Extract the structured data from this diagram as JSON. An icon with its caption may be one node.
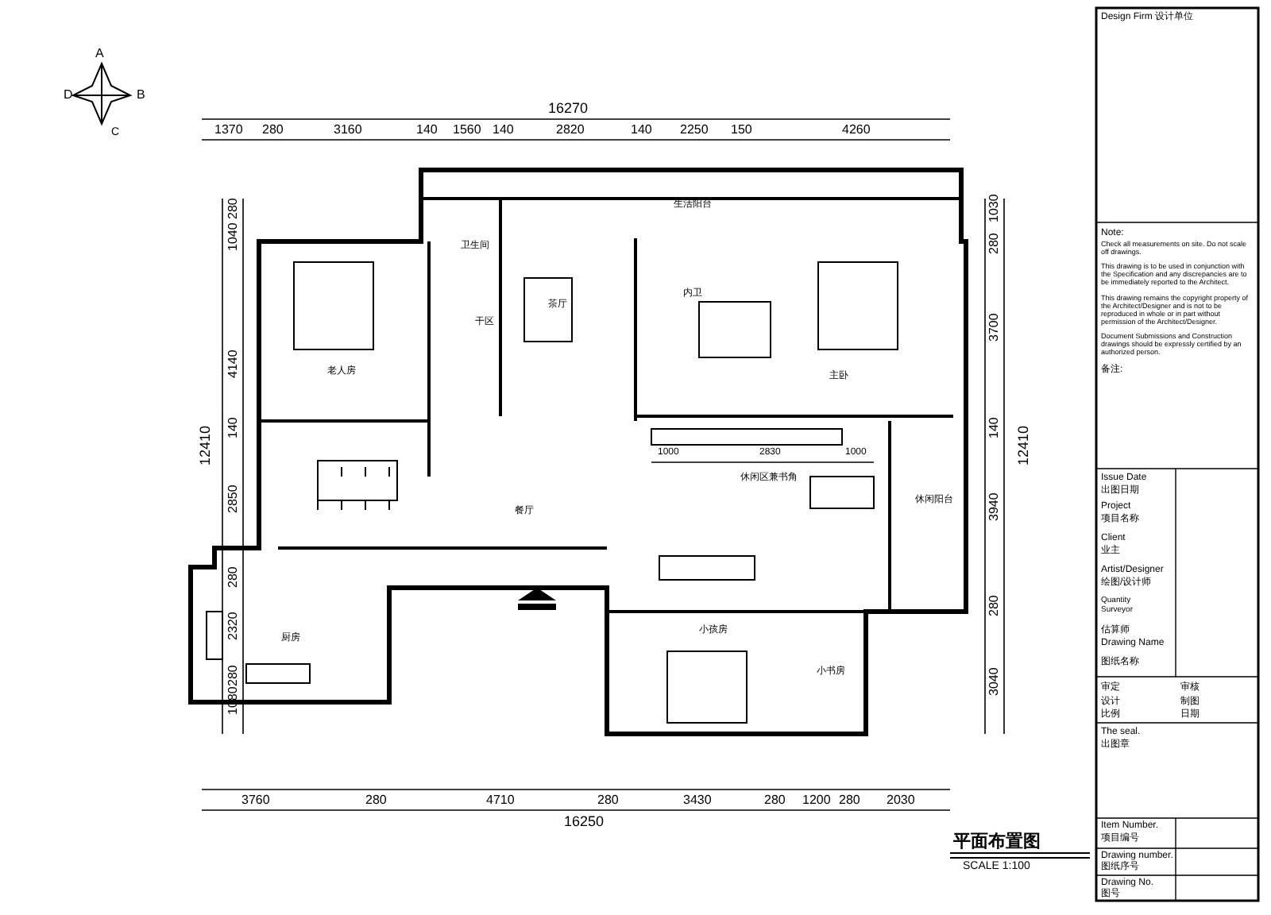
{
  "diagram": {
    "title": "平面布置图",
    "labels": [
      "A",
      "D",
      "C",
      "B",
      "16270",
      "1370",
      "280",
      "3160",
      "140",
      "1560",
      "140",
      "2820",
      "140",
      "2250",
      "150",
      "4260",
      "280",
      "1040",
      "4140",
      "140",
      "2850",
      "280",
      "2320",
      "280",
      "1080",
      "12410",
      "1030",
      "280",
      "3700",
      "140",
      "3940",
      "280",
      "3040",
      "12410",
      "生活阳台",
      "卫生间",
      "干区",
      "茶厅",
      "内卫",
      "老人房",
      "主卧",
      "1000",
      "2830",
      "1000",
      "休闲区兼书角",
      "餐厅",
      "休闲阳台",
      "厨房",
      "小孩房",
      "小书房",
      "3760",
      "280",
      "4710",
      "280",
      "3430",
      "280",
      "1200",
      "280",
      "2030",
      "16250",
      "SCALE 1:100",
      "Design Firm 设计单位",
      "Note:",
      "Check all measurements on site. Do not scale off drawings.",
      "This drawing is to be used in conjunction with the Specification and any discrepancies are to be immediately reported to the Architect.",
      "This drawing remains the copyright property of the Architect/Designer and is not to be reproduced in whole or in part without permission of the Architect/Designer.",
      "Document Submissions and Construction drawings should be expressly certified by an authorized person.",
      "备注:",
      "Issue Date",
      "出图日期",
      "Project",
      "项目名称",
      "Client",
      "业主",
      "Artist/Designer",
      "绘图/设计师",
      "Quantity Surveyor",
      "估算师",
      "Drawing Name",
      "图纸名称",
      "审定",
      "审核",
      "设计",
      "制图",
      "比例",
      "日期",
      "The seal.",
      "出图章",
      "Item Number.",
      "项目编号",
      "Drawing number.",
      "图纸序号",
      "Drawing No.",
      "图号"
    ]
  }
}
